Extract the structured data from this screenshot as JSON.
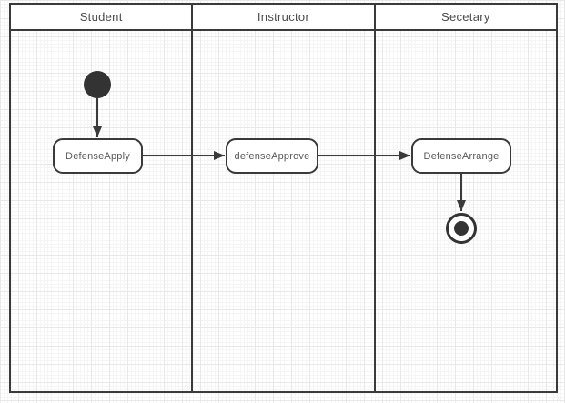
{
  "diagram": {
    "lanes": [
      {
        "label": "Student"
      },
      {
        "label": "Instructor"
      },
      {
        "label": "Secetary"
      }
    ],
    "nodes": {
      "start": {
        "shape": "initial-node",
        "lane": "Student"
      },
      "defense_apply": {
        "label": "DefenseApply",
        "lane": "Student"
      },
      "defense_approve": {
        "label": "defenseApprove",
        "lane": "Instructor"
      },
      "defense_arrange": {
        "label": "DefenseArrange",
        "lane": "Secetary"
      },
      "end": {
        "shape": "final-node",
        "lane": "Secetary"
      }
    },
    "edges": [
      {
        "from": "start",
        "to": "defense_apply"
      },
      {
        "from": "defense_apply",
        "to": "defense_approve"
      },
      {
        "from": "defense_approve",
        "to": "defense_arrange"
      },
      {
        "from": "defense_arrange",
        "to": "end"
      }
    ],
    "colors": {
      "stroke": "#3a3a3a",
      "node_fill": "#ffffff",
      "node_text": "#595959",
      "lane_text": "#4a4a4a",
      "grid_minor": "#f5f5f5",
      "grid_major": "#e8e8e8",
      "canvas_bg": "#ffffff"
    }
  }
}
